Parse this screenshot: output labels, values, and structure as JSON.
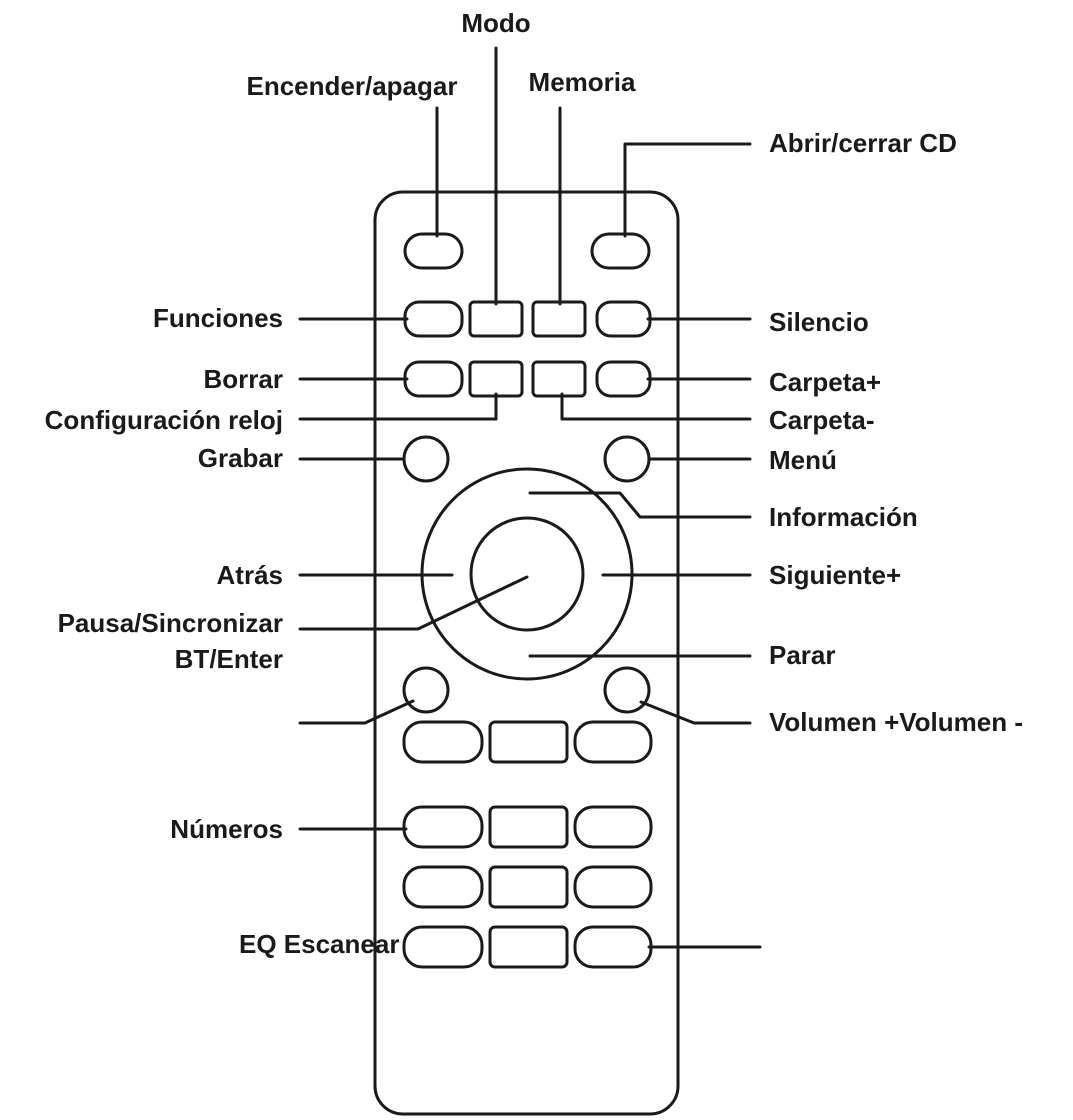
{
  "labels": {
    "modo": "Modo",
    "encender": "Encender/apagar",
    "memoria": "Memoria",
    "abrir_cd": "Abrir/cerrar CD",
    "funciones": "Funciones",
    "silencio": "Silencio",
    "borrar": "Borrar",
    "carpeta_mas": "Carpeta+",
    "config_reloj": "Configuración reloj",
    "carpeta_menos": "Carpeta-",
    "grabar": "Grabar",
    "menu": "Menú",
    "informacion": "Información",
    "atras": "Atrás",
    "siguiente": "Siguiente+",
    "pausa_1": "Pausa/Sincronizar",
    "pausa_2": "BT/Enter",
    "parar": "Parar",
    "volumen": "Volumen +Volumen -",
    "numeros": "Números",
    "eq_escanear": "EQ Escanear"
  }
}
